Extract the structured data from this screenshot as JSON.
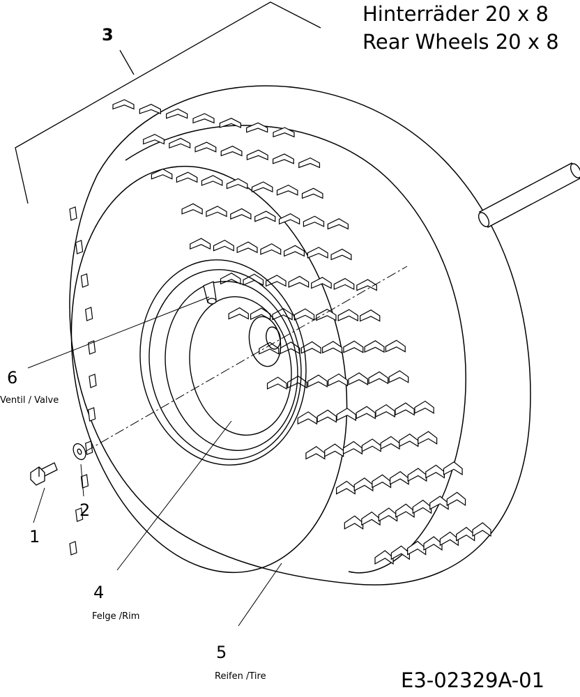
{
  "title": {
    "line1": "Hinterräder  20 x 8",
    "line2": "Rear Wheels  20 x 8"
  },
  "callouts": [
    {
      "id": "3",
      "number": "3",
      "label": ""
    },
    {
      "id": "6",
      "number": "6",
      "label": "Ventil / Valve"
    },
    {
      "id": "1",
      "number": "1",
      "label": ""
    },
    {
      "id": "2",
      "number": "2",
      "label": ""
    },
    {
      "id": "4",
      "number": "4",
      "label": "Felge /Rim"
    },
    {
      "id": "5",
      "number": "5",
      "label": "Reifen /Tire"
    }
  ],
  "drawing_code": "E3-02329A-01"
}
